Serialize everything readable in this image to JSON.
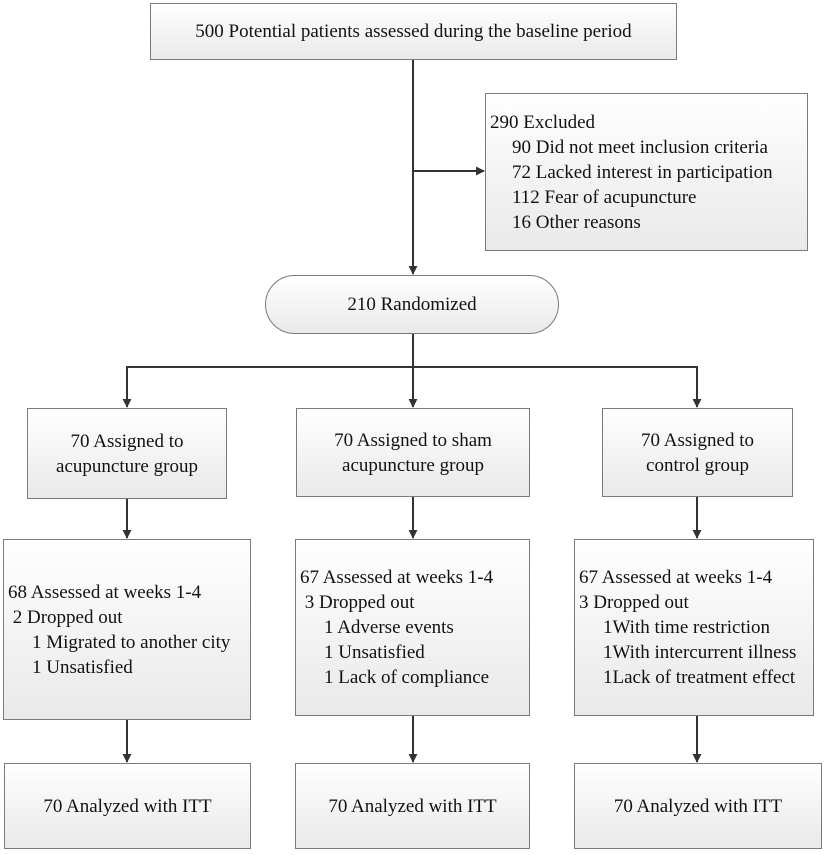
{
  "screening": {
    "label": "500 Potential patients assessed during the baseline period"
  },
  "excluded": {
    "title": "290 Excluded",
    "reasons": [
      "90 Did not meet inclusion criteria",
      "72 Lacked interest in participation",
      "112 Fear of acupuncture",
      "16 Other reasons"
    ]
  },
  "randomized": {
    "label": "210 Randomized"
  },
  "groups": [
    {
      "assigned": [
        "70 Assigned to",
        "acupuncture group"
      ],
      "assessed": "68 Assessed at weeks 1-4",
      "dropped": " 2 Dropped out",
      "reasons": [
        "1 Migrated to another city",
        "1 Unsatisfied"
      ],
      "analyzed": "70 Analyzed with ITT"
    },
    {
      "assigned": [
        "70 Assigned to sham",
        "acupuncture group"
      ],
      "assessed": "67 Assessed at weeks 1-4",
      "dropped": " 3 Dropped out",
      "reasons": [
        "1 Adverse events",
        "1 Unsatisfied",
        "1 Lack of compliance"
      ],
      "analyzed": "70 Analyzed with ITT"
    },
    {
      "assigned": [
        "70 Assigned to",
        "control group"
      ],
      "assessed": "67 Assessed at weeks 1-4",
      "dropped": "3 Dropped out",
      "reasons": [
        "1With time restriction",
        "1With intercurrent illness",
        "1Lack of treatment effect"
      ],
      "analyzed": "70 Analyzed with ITT"
    }
  ]
}
